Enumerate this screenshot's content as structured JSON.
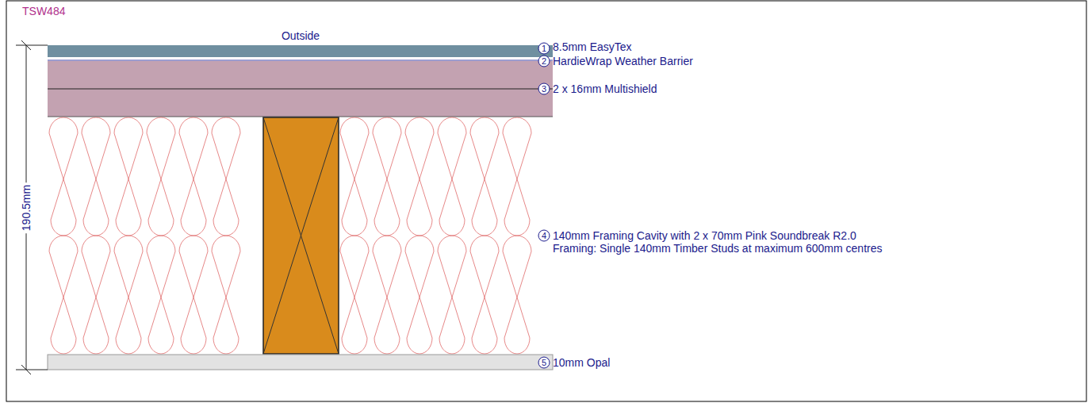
{
  "diagram": {
    "title": "TSW484",
    "labels": [
      "Outside",
      "190.5mm",
      "1",
      "8.5mm EasyTex",
      "2",
      "HardieWrap Weather Barrier",
      "3",
      "2 x 16mm Multishield",
      "4",
      "140mm Framing Cavity with 2 x 70mm Pink Soundbreak R2.0",
      "Framing: Single 140mm Timber Studs at maximum 600mm centres",
      "5",
      "10mm Opal"
    ]
  }
}
